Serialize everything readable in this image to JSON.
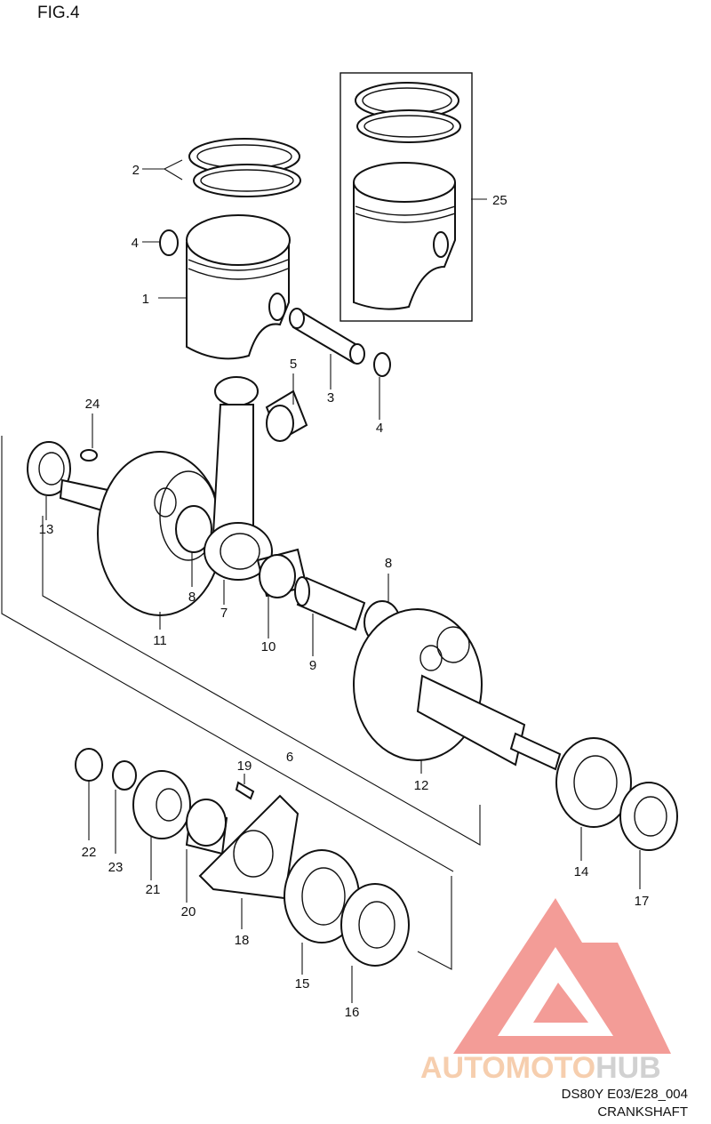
{
  "figure": {
    "title": "FIG.4"
  },
  "callouts": [
    {
      "id": "1",
      "label": "1"
    },
    {
      "id": "2",
      "label": "2"
    },
    {
      "id": "3",
      "label": "3"
    },
    {
      "id": "4a",
      "label": "4"
    },
    {
      "id": "4b",
      "label": "4"
    },
    {
      "id": "5",
      "label": "5"
    },
    {
      "id": "6",
      "label": "6"
    },
    {
      "id": "7",
      "label": "7"
    },
    {
      "id": "8a",
      "label": "8"
    },
    {
      "id": "8b",
      "label": "8"
    },
    {
      "id": "9",
      "label": "9"
    },
    {
      "id": "10",
      "label": "10"
    },
    {
      "id": "11",
      "label": "11"
    },
    {
      "id": "12",
      "label": "12"
    },
    {
      "id": "13",
      "label": "13"
    },
    {
      "id": "14",
      "label": "14"
    },
    {
      "id": "15",
      "label": "15"
    },
    {
      "id": "16",
      "label": "16"
    },
    {
      "id": "17",
      "label": "17"
    },
    {
      "id": "18",
      "label": "18"
    },
    {
      "id": "19",
      "label": "19"
    },
    {
      "id": "20",
      "label": "20"
    },
    {
      "id": "21",
      "label": "21"
    },
    {
      "id": "22",
      "label": "22"
    },
    {
      "id": "23",
      "label": "23"
    },
    {
      "id": "24",
      "label": "24"
    },
    {
      "id": "25",
      "label": "25"
    }
  ],
  "watermark": {
    "text_part1": "AUTOMOTO",
    "text_part2": "HUB",
    "color_part1": "#f5c6a0",
    "color_part2": "#c9c9c9",
    "logo_color": "#f28b85"
  },
  "footer": {
    "code": "DS80Y E03/E28_004",
    "name": "CRANKSHAFT"
  }
}
